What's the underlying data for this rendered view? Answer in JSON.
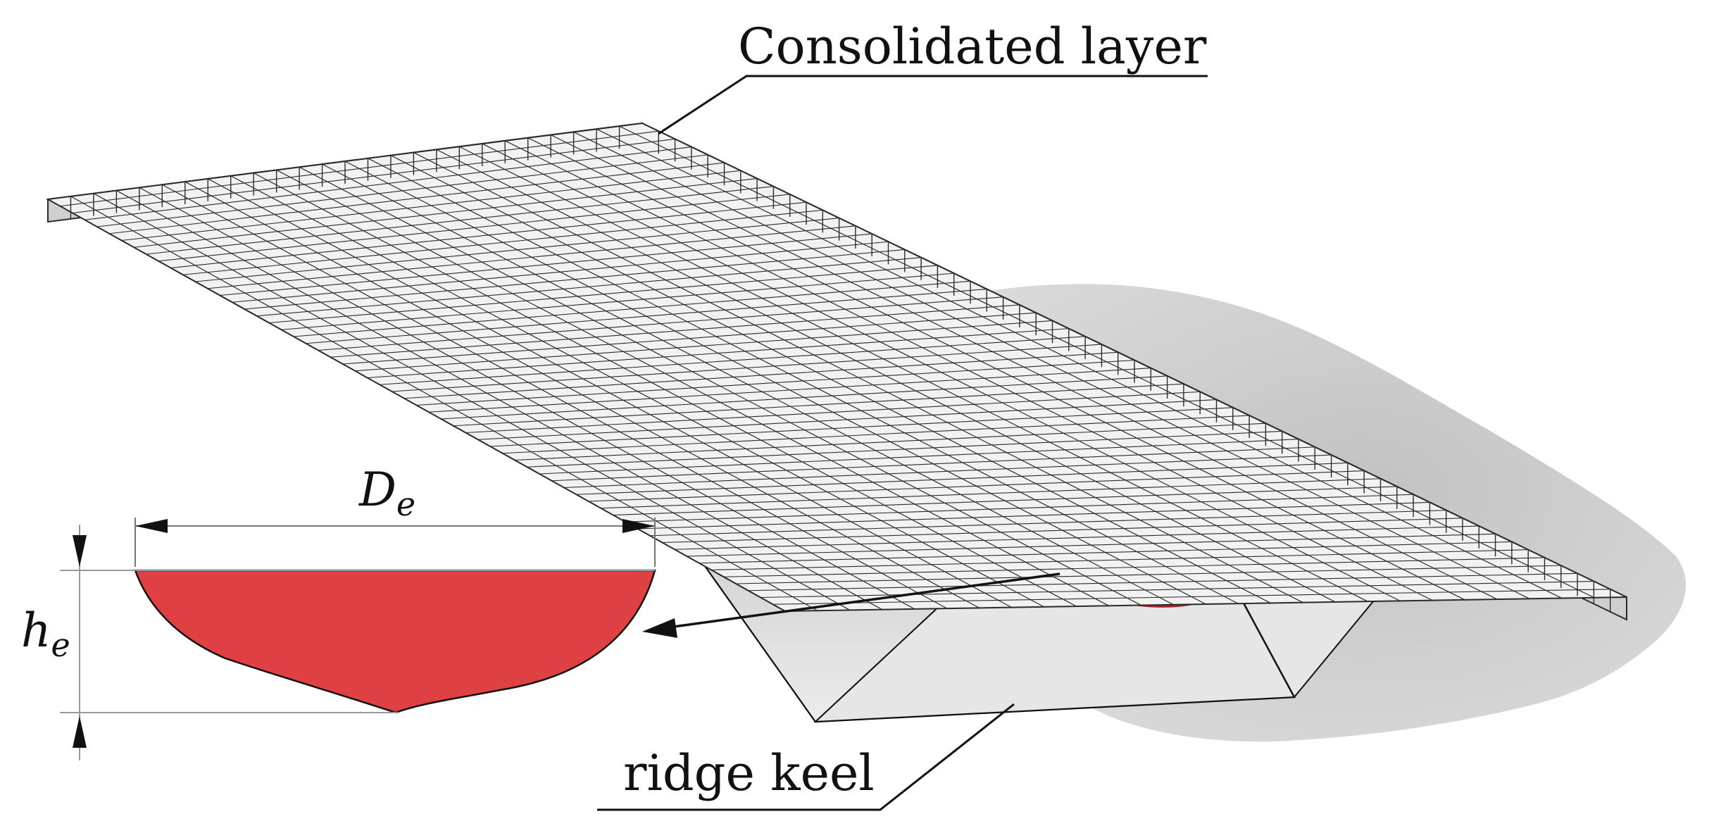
{
  "labels": {
    "consolidated_layer": "Consolidated layer",
    "ridge_keel": "ridge keel",
    "diameter_symbol": "D",
    "diameter_subscript": "e",
    "height_symbol": "h",
    "height_subscript": "e"
  },
  "colors": {
    "keel_fill": "#dadada",
    "ice_cloud": "#c8c8c8",
    "consolidated_layer_face": "#f2f2f2",
    "consolidated_layer_edge": "#cfcfcf",
    "mesh_line": "#2a2a2a",
    "embedded_body": "#c9343a",
    "cross_section": "#de4043",
    "outline": "#111111",
    "dimension_line": "#555555"
  }
}
